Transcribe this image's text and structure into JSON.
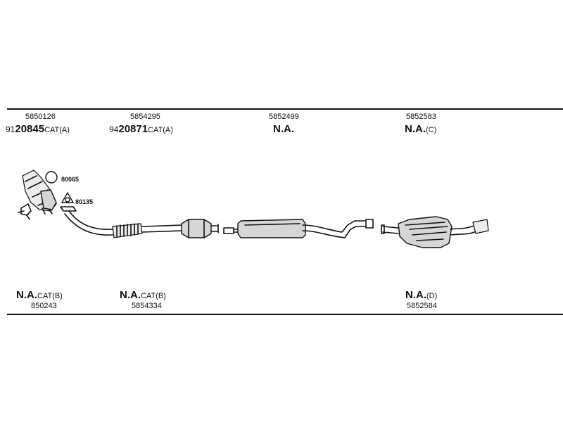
{
  "top_row": {
    "col1": {
      "number": "5850126",
      "prefix": "91",
      "code": "20845",
      "suffix": "CAT(A)"
    },
    "col2": {
      "number": "5854295",
      "prefix": "94",
      "code": "20871",
      "suffix": "CAT(A)"
    },
    "col3": {
      "number": "5852499",
      "code": "N.A."
    },
    "col4": {
      "number": "5852583",
      "code": "N.A.",
      "suffix": "(C)"
    }
  },
  "bottom_row": {
    "col1": {
      "code": "N.A.",
      "suffix": "CAT(B)",
      "number": "850243"
    },
    "col2": {
      "code": "N.A.",
      "suffix": "CAT(B)",
      "number": "5854334"
    },
    "col3": {
      "code": "N.A.",
      "suffix": "(D)",
      "number": "5852584"
    }
  },
  "seals": {
    "seal1": "80065",
    "seal2": "80135"
  }
}
